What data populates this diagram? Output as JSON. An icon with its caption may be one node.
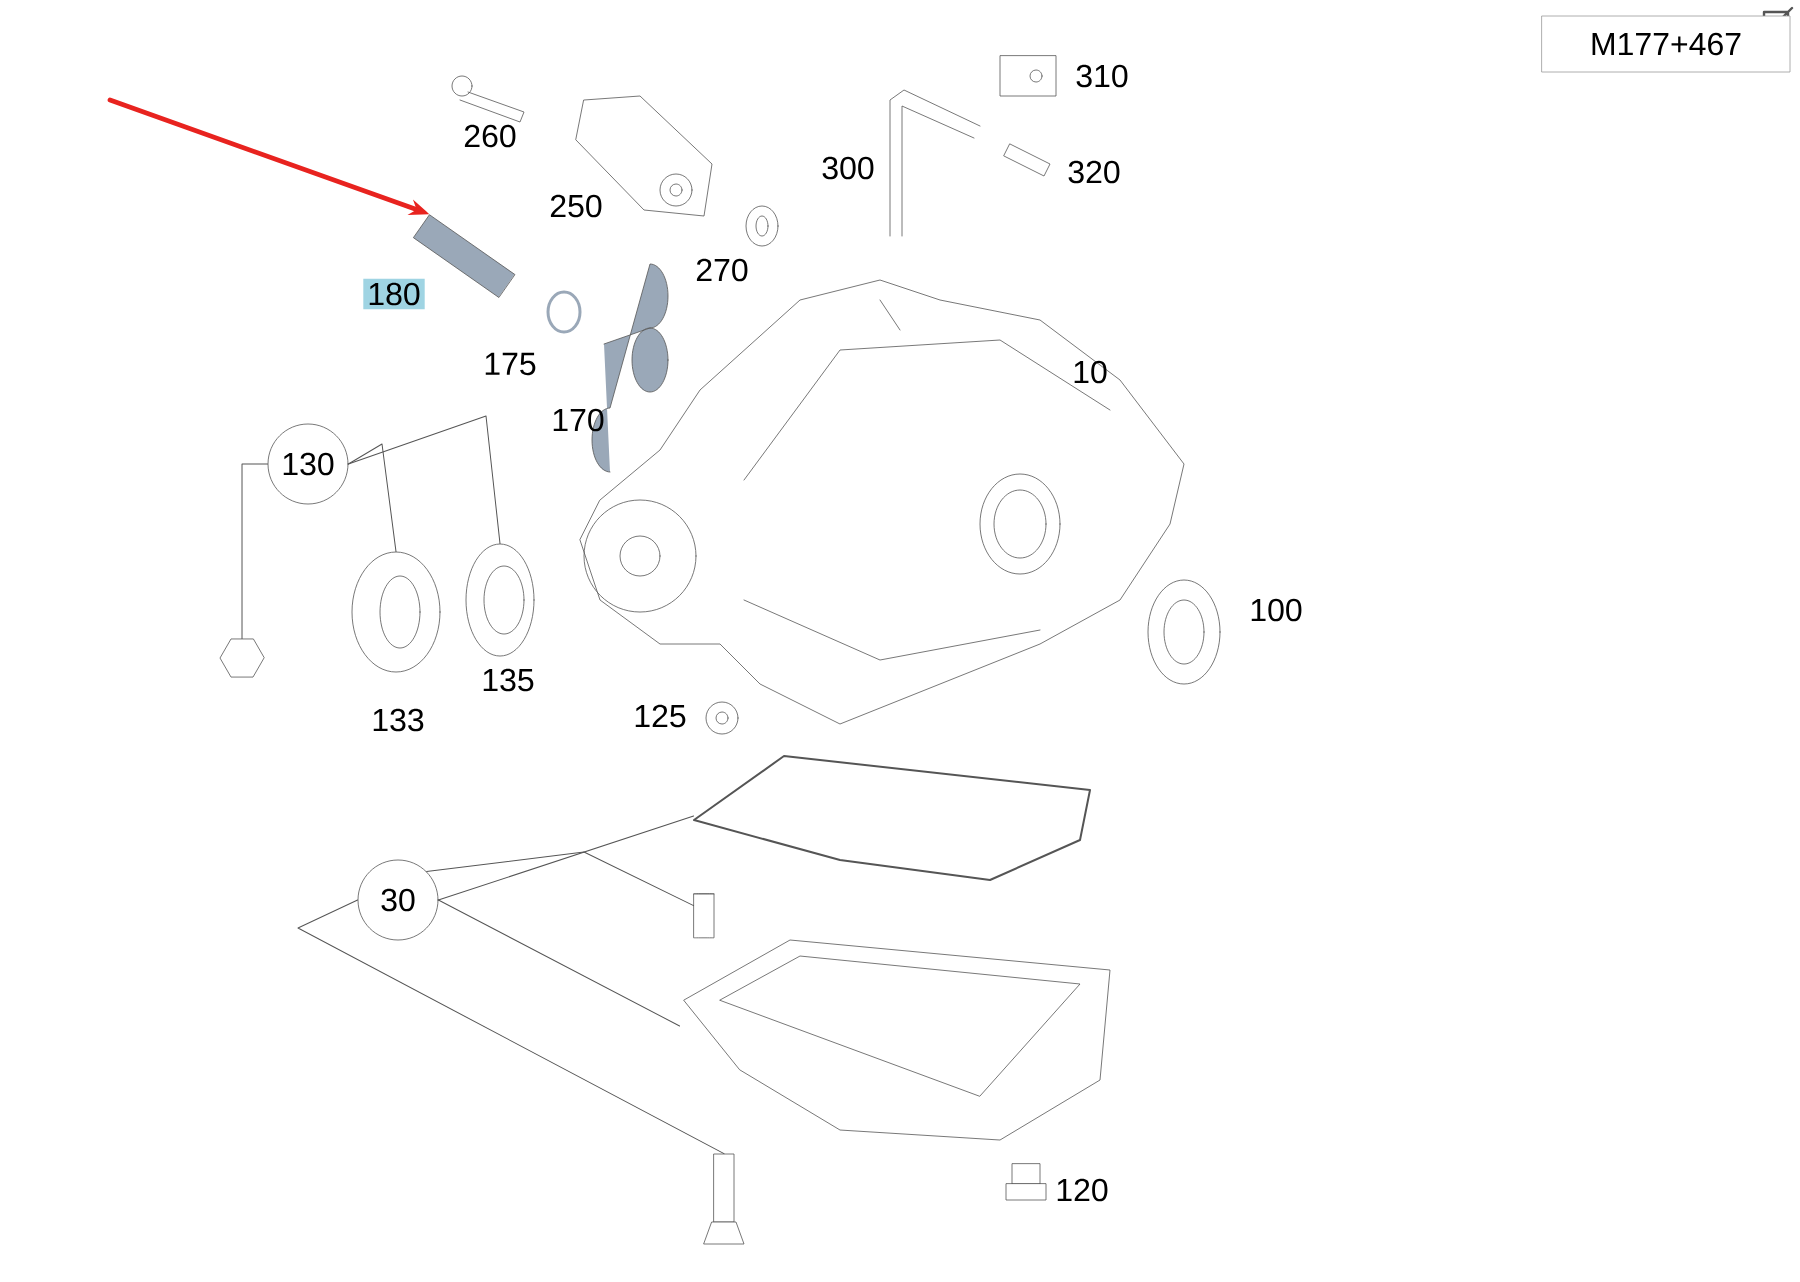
{
  "diagram": {
    "nodes": [
      {
        "text": [
          "130"
        ]
      },
      {
        "text": [],
        "shape": "picture"
      },
      {
        "text": [],
        "shape": "picture"
      },
      {
        "text": [],
        "shape": "picture"
      },
      {
        "text": [
          "30"
        ]
      },
      {
        "text": [],
        "shape": "picture"
      },
      {
        "text": [],
        "shape": "cylinder"
      },
      {
        "text": [],
        "shape": "picture"
      },
      {
        "text": [],
        "shape": "picture"
      },
      {
        "text": [],
        "shape": "picture"
      }
    ],
    "edges": [
      {
        "from": 0,
        "to": 1,
        "arrow": "none"
      },
      {
        "from": 0,
        "to": 2,
        "arrow": "none"
      },
      {
        "from": 0,
        "to": 3,
        "arrow": "none"
      },
      {
        "from": 4,
        "to": 5,
        "arrow": "none"
      },
      {
        "from": 4,
        "to": 6,
        "arrow": "none"
      },
      {
        "from": 4,
        "to": 7,
        "arrow": "none"
      },
      {
        "from": 4,
        "to": 8,
        "arrow": "none"
      },
      {
        "from": null,
        "to": 9,
        "arrow": "to",
        "style": "thick",
        "color": "#e8231f"
      }
    ],
    "labels": [
      "M177+467",
      "260",
      "310",
      "250",
      "300",
      "320",
      "180",
      "270",
      "175",
      "170",
      "10",
      "100",
      "133",
      "135",
      "125",
      "120"
    ]
  }
}
